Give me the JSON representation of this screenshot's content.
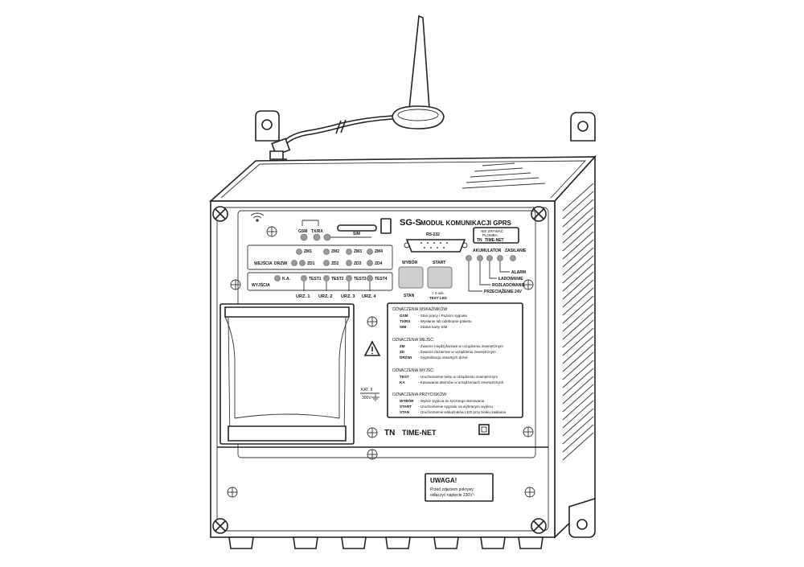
{
  "module": {
    "model": "SG-S",
    "name": "MODUŁ KOMUNIKACJI GPRS",
    "rs232_label": "RS-232",
    "seal_line1": "NIE ZRYWAĆ",
    "seal_line2": "PLOMBA",
    "brand": "TIME-NET"
  },
  "status_leds": {
    "gsm": "GSM",
    "txrx": "TX/RX",
    "sim": "SIM"
  },
  "inputs": {
    "label": "WEJŚCIA",
    "drzwi": "DRZWI",
    "zm": [
      "ZM1",
      "ZM2",
      "ZM3",
      "ZM4"
    ],
    "zd": [
      "ZD1",
      "ZD2",
      "ZD3",
      "ZD4"
    ]
  },
  "outputs": {
    "label": "WYJŚCIA",
    "ka": "K.A.",
    "test": [
      "TEST1",
      "TEST2",
      "TEST3",
      "TEST4"
    ],
    "devices": [
      "URZ. 1",
      "URZ. 2",
      "URZ. 3",
      "URZ. 4"
    ]
  },
  "buttons": {
    "wybor": "WYBÓR",
    "stan": "STAN",
    "start": "START",
    "start_note1": "> 3 sek.",
    "start_note2": "TEST LED"
  },
  "power": {
    "akumulator": "AKUMULATOR",
    "zasilanie": "ZASILANIE",
    "alarm": "ALARM",
    "ladowanie": "ŁADOWANIE",
    "rozladowanie": "ROZŁADOWANIE",
    "przeciazenie": "PRZECIĄŻENIE 24V"
  },
  "legend": {
    "indicators_title": "OZNACZENIA WSKAŹNIKÓW:",
    "indicators": [
      {
        "key": "GSM",
        "desc": "- Stan pracy / Poziom sygnału"
      },
      {
        "key": "TX/RX",
        "desc": "- Wysłanie lub odebranie pakietu"
      },
      {
        "key": "SIM",
        "desc": "- Status karty SIM"
      }
    ],
    "inputs_title": "OZNACZENIA WEJŚĆ:",
    "inputs": [
      {
        "key": "ZM",
        "desc": "- Zwarcie międzyfazowe w urządzeniu zewnętrznym"
      },
      {
        "key": "ZD",
        "desc": "- Zwarcie doziemne w urządzeniu zewnętrznym"
      },
      {
        "key": "DRZWI",
        "desc": "- Sygnalizacja otwartych drzwi"
      }
    ],
    "outputs_title": "OZNACZENIA WYJŚĆ:",
    "outputs": [
      {
        "key": "TEST",
        "desc": "- Uruchomienie testu w urządzeniu zewnętrznym"
      },
      {
        "key": "KA",
        "desc": "- Kasowanie alarmów w urządzeniach zewnętrznych"
      }
    ],
    "buttons_title": "OZNACZENIA PRZYCISKÓW:",
    "buttons": [
      {
        "key": "WYBÓR",
        "desc": "- Wybór wyjścia do ręcznego sterowania"
      },
      {
        "key": "START",
        "desc": "- Uruchomienie sygnału na wybranym wyjściu"
      },
      {
        "key": "STAN",
        "desc": "- Uruchomienie wskaźników LED przy braku zasilania"
      }
    ]
  },
  "ground": {
    "line1": "KAT. II",
    "line2": "300V"
  },
  "warning": {
    "title": "UWAGA!",
    "line1": "Przed zdjęciem pokrywy",
    "line2": "odłączyć napięcie 230V~"
  }
}
